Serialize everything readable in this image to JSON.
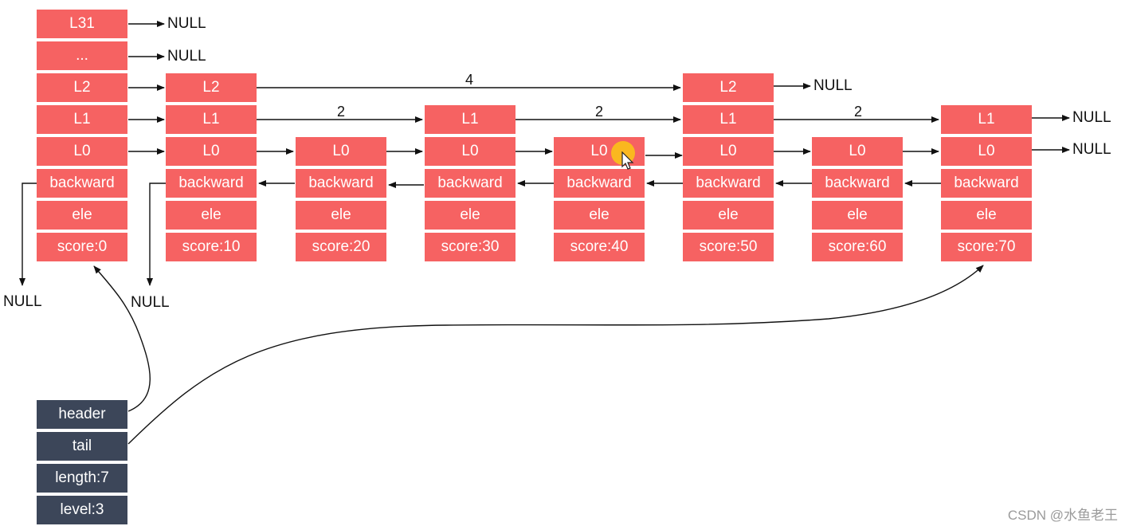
{
  "colors": {
    "node": "#f66262",
    "list": "#3c4659",
    "text": "#ffffff",
    "line": "#111111"
  },
  "header_node": {
    "levels": [
      "L31",
      "...",
      "L2",
      "L1",
      "L0"
    ],
    "backward": "backward",
    "ele": "ele",
    "score": "score:0",
    "null_labels": {
      "L31": "NULL",
      "dots": "NULL",
      "backward": "NULL"
    }
  },
  "nodes": [
    {
      "id": "n10",
      "levels": [
        "L2",
        "L1",
        "L0"
      ],
      "backward": "backward",
      "ele": "ele",
      "score": "score:10",
      "backward_null": "NULL"
    },
    {
      "id": "n20",
      "levels": [
        "L0"
      ],
      "backward": "backward",
      "ele": "ele",
      "score": "score:20"
    },
    {
      "id": "n30",
      "levels": [
        "L1",
        "L0"
      ],
      "backward": "backward",
      "ele": "ele",
      "score": "score:30"
    },
    {
      "id": "n40",
      "levels": [
        "L0"
      ],
      "backward": "backward",
      "ele": "ele",
      "score": "score:40"
    },
    {
      "id": "n50",
      "levels": [
        "L2",
        "L1",
        "L0"
      ],
      "backward": "backward",
      "ele": "ele",
      "score": "score:50",
      "l2_null": "NULL"
    },
    {
      "id": "n60",
      "levels": [
        "L0"
      ],
      "backward": "backward",
      "ele": "ele",
      "score": "score:60"
    },
    {
      "id": "n70",
      "levels": [
        "L1",
        "L0"
      ],
      "backward": "backward",
      "ele": "ele",
      "score": "score:70",
      "l1_null": "NULL",
      "l0_null": "NULL"
    }
  ],
  "spans": {
    "l2": "4",
    "l1_a": "2",
    "l1_b": "2",
    "l1_c": "2"
  },
  "list_struct": {
    "header": "header",
    "tail": "tail",
    "length": "length:7",
    "level": "level:3"
  },
  "watermark": "CSDN @水鱼老王"
}
